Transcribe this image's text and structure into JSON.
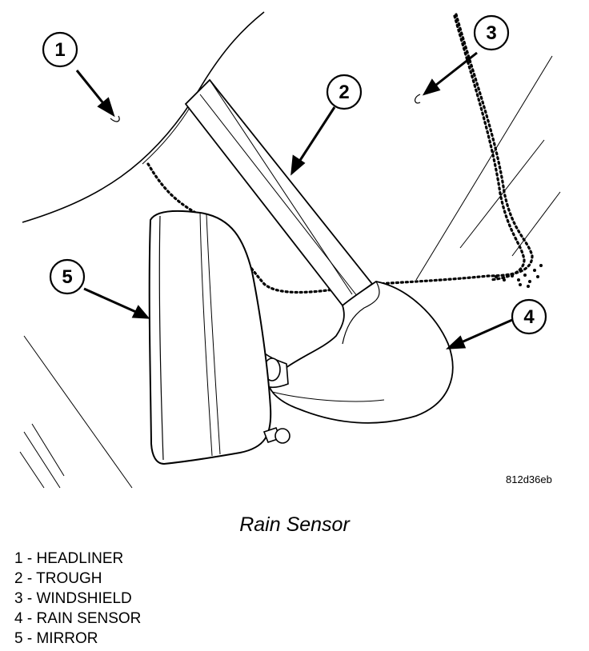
{
  "diagram": {
    "ref_code": "812d36eb",
    "callouts": [
      {
        "number": "1",
        "target": "headliner"
      },
      {
        "number": "2",
        "target": "trough"
      },
      {
        "number": "3",
        "target": "windshield"
      },
      {
        "number": "4",
        "target": "rain-sensor"
      },
      {
        "number": "5",
        "target": "mirror"
      }
    ]
  },
  "caption": "Rain Sensor",
  "legend": [
    {
      "number": "1",
      "sep": " - ",
      "label": "HEADLINER"
    },
    {
      "number": "2",
      "sep": " - ",
      "label": "TROUGH"
    },
    {
      "number": "3",
      "sep": " - ",
      "label": "WINDSHIELD"
    },
    {
      "number": "4",
      "sep": " - ",
      "label": "RAIN SENSOR"
    },
    {
      "number": "5",
      "sep": " - ",
      "label": "MIRROR"
    }
  ]
}
